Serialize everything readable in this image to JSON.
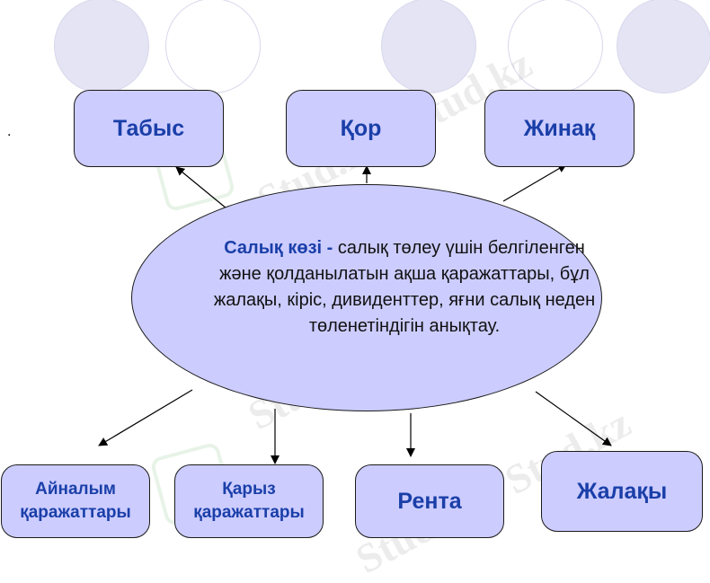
{
  "diagram": {
    "marker": ".",
    "center": {
      "term": "Салық көзі -",
      "definition": "салық төлеу үшін белгіленген және қолданылатын ақша қаражаттары, бұл жалақы, кіріс, дивиденттер, яғни салық неден төленетіндігін анықтау."
    },
    "top_nodes": [
      "Табыс",
      "Қор",
      "Жинақ"
    ],
    "bottom_nodes": [
      [
        "Айналым",
        "қаражаттары"
      ],
      [
        "Қарыз",
        "қаражаттары"
      ],
      "Рента",
      "Жалақы"
    ],
    "watermark": "Stud.kz - Stud.kz"
  },
  "colors": {
    "node_fill": "#ccccff",
    "node_text": "#1a3fa8",
    "circle_fill": "#e4e4f4"
  }
}
